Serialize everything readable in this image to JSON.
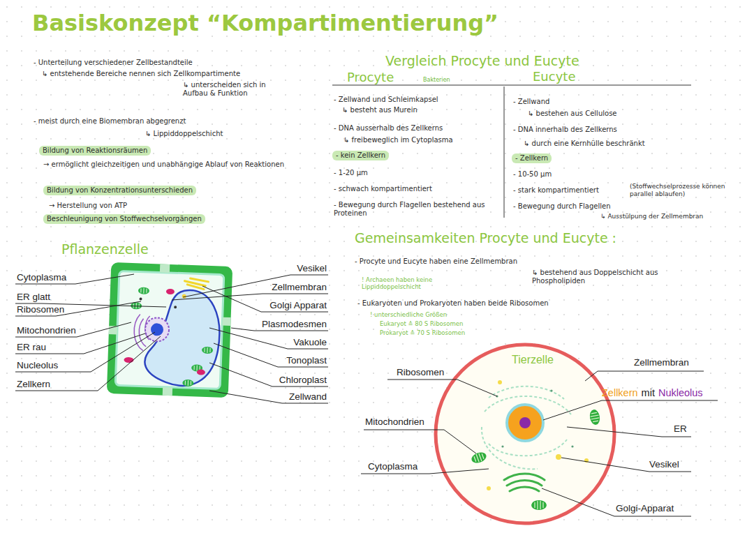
{
  "diagram": {
    "title": "Basiskonzept “Kompartimentierung”",
    "labels": [
      "- Unterteilung verschiedener Zellbestandteile",
      "↳ entstehende Bereiche nennen sich Zellkompartimente",
      "↳ unterscheiden sich in Aufbau & Funktion",
      "- meist durch eine Biomembran abgegrenzt",
      "↳ Lippiddoppelschicht",
      "Bildung von Reaktionsräumen",
      "→ ermöglicht gleichzeitigen und unabhängige Ablauf von Reaktionen",
      "Bildung von Konzentrationsunterschieden",
      "→ Herstellung von ATP",
      "Beschleunigung von Stoffwechselvorgängen",
      "Pflanzenzelle",
      "Cytoplasma",
      "ER glatt",
      "Ribosomen",
      "Mitochondrien",
      "ER rau",
      "Nucleolus",
      "Zellkern",
      "Vesikel",
      "Zellmembran",
      "Golgi Apparat",
      "Plasmodesmen",
      "Vakuole",
      "Tonoplast",
      "Chloroplast",
      "Zellwand",
      "Vergleich Procyte und Eucyte",
      "Procyte",
      "Bakterien",
      "Eucyte",
      "- Zellwand und Schleimkapsel",
      "↳ besteht aus Murein",
      "- DNA ausserhalb des Zellkerns",
      "↳ freibeweglich im Cytoplasma",
      "- kein Zellkern",
      "- 1-20 µm",
      "- schwach kompartimentiert",
      "- Bewegung durch Flagellen bestehend aus Proteinen",
      "- Zellwand",
      "↳ bestehen aus Cellulose",
      "- DNA innerhalb des Zellkerns",
      "↳ durch eine Kernhülle beschränkt",
      "- Zellkern",
      "- 10-50 µm",
      "- stark kompartimentiert",
      "(Stoffwechselprozesse können parallel ablaufen)",
      "- Bewegung durch Flagellen",
      "↳ Ausstülpung der Zellmembran",
      "Gemeinsamkeiten Procyte und Eucyte :",
      "- Procyte und Eucyte haben eine Zellmembran",
      "↳ bestehend aus Doppelschicht aus Phospholipiden",
      "! Archaeen haben keine Lippiddoppelschicht",
      "- Eukaryoten und Prokaryoten haben beide Ribosomen",
      "! unterschiedliche Größen",
      "Eukaryot ≙ 80 S Ribosomen",
      "Prokaryot ≙ 70 S Ribosomen",
      "Tierzelle",
      "Ribosomen",
      "Mitochondrien",
      "Cytoplasma",
      "Zellmembran",
      "Zellkern",
      "mit",
      "Nukleolus",
      "ER",
      "Vesikel",
      "Golgi-Apparat"
    ]
  }
}
